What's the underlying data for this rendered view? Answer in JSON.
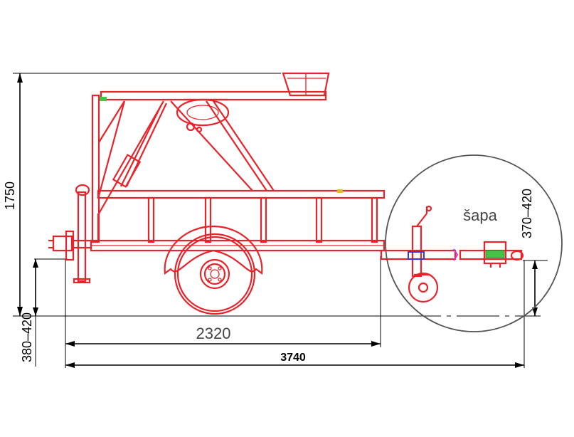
{
  "drawing": {
    "dimensions": {
      "height_total": "1750",
      "hitch_height": "380–420",
      "jack_height": "370–420",
      "axle_length": "2320",
      "overall_length": "3740"
    },
    "detail_label": "šapa",
    "colors": {
      "frame": "#e8232a",
      "dimension": "#000000",
      "highlight_green": "#49c24a",
      "highlight_blue": "#3a3ad0",
      "highlight_magenta": "#d42ad4",
      "detail_circle": "#555555"
    }
  }
}
